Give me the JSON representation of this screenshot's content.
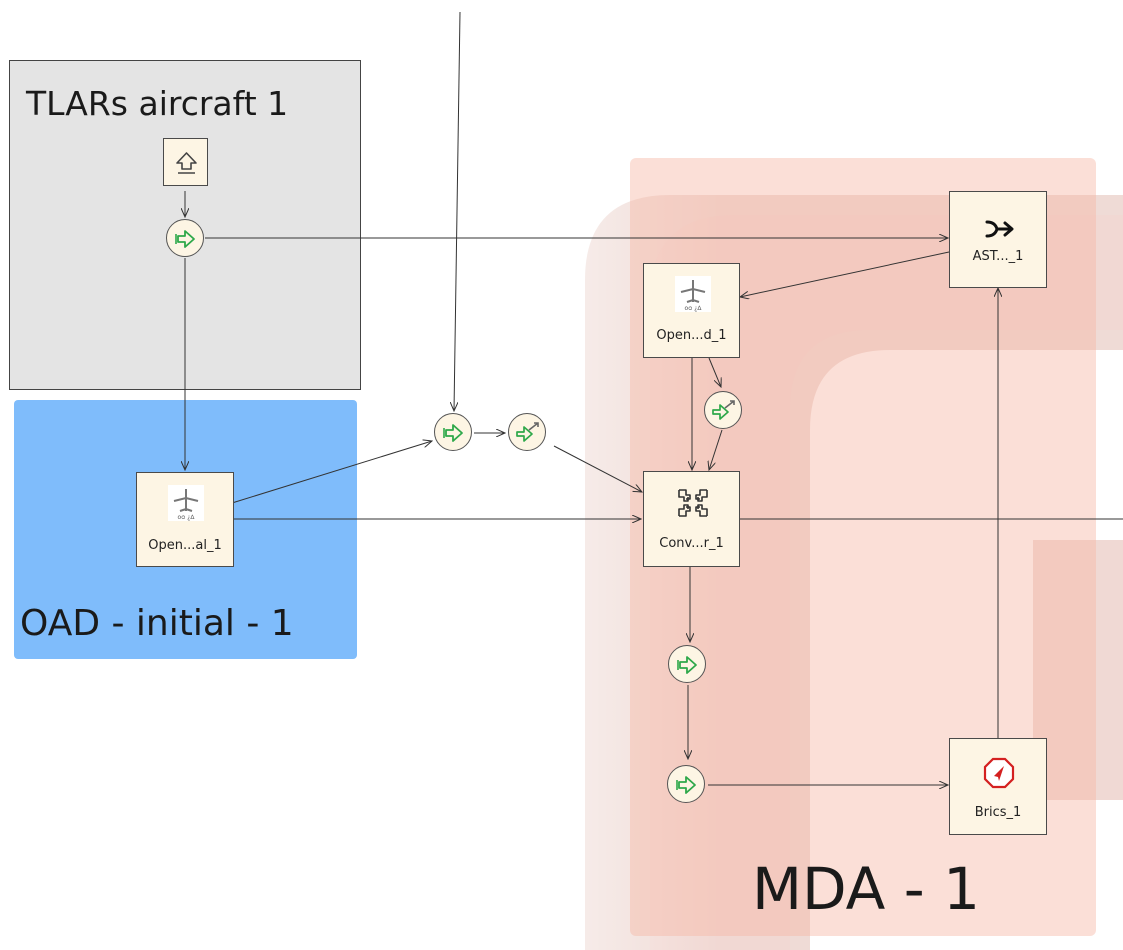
{
  "groups": {
    "tlars": {
      "label": "TLARs aircraft 1",
      "color": "#e4e4e4"
    },
    "oad": {
      "label": "OAD - initial - 1",
      "color": "#7fbcfb"
    },
    "mda": {
      "label": "MDA - 1",
      "color": "#fbe0d4"
    }
  },
  "nodes": {
    "open_al": {
      "label": "Open...al_1",
      "icon": "aircraft-icon"
    },
    "open_d": {
      "label": "Open...d_1",
      "icon": "aircraft-icon"
    },
    "conv": {
      "label": "Conv...r_1",
      "icon": "converger-icon"
    },
    "ast": {
      "label": "AST..._1",
      "icon": "merge-arrow-icon"
    },
    "brics": {
      "label": "Brics_1",
      "icon": "brics-icon"
    },
    "input": {
      "icon": "upload-icon"
    }
  },
  "connectors": {
    "icon": "forward-arrow-icon",
    "split_icon": "split-arrows-icon"
  },
  "colors": {
    "node_fill": "#fdf5e4",
    "edge": "#333333",
    "connector_arrow": "#2ea84a"
  }
}
